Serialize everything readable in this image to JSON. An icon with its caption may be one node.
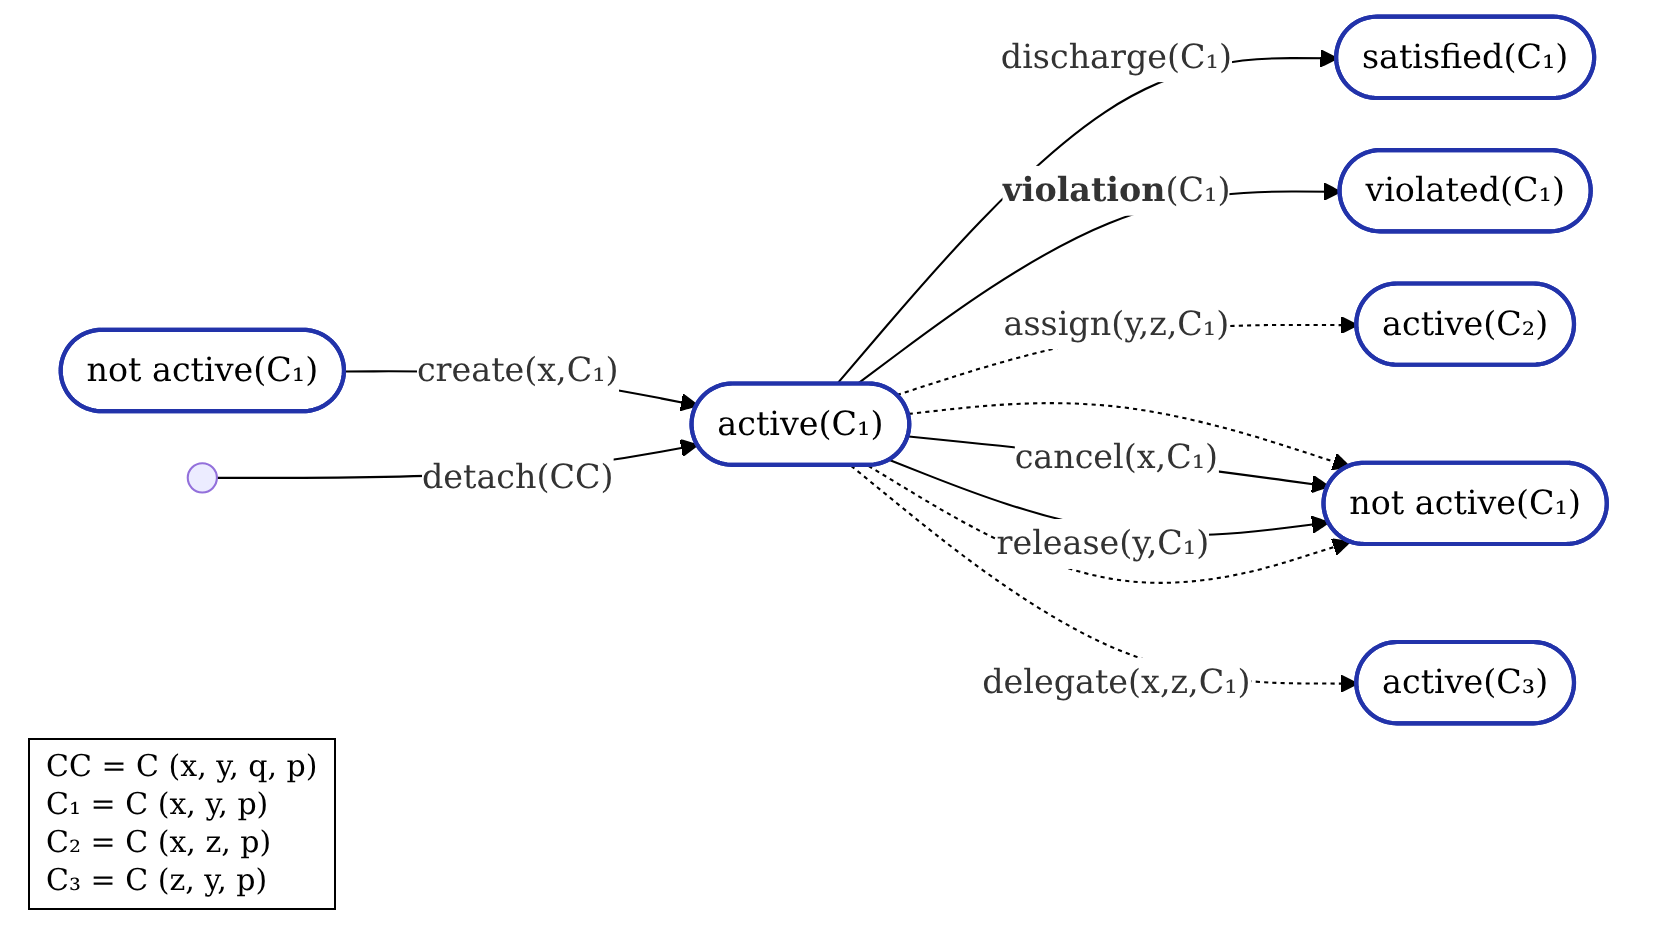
{
  "diagram": {
    "nodes": [
      {
        "text": [
          "satisfied(C₁)"
        ]
      },
      {
        "text": [
          "violated(C₁)"
        ]
      },
      {
        "text": [
          "active(C₂)"
        ]
      },
      {
        "text": [
          "not active(C₁)"
        ]
      },
      {
        "text": [
          "active(C₁)"
        ]
      },
      {
        "text": [
          "not active(C₁)"
        ]
      },
      {
        "text": [
          "active(C₃)"
        ]
      }
    ],
    "edges": [
      {
        "from": 3,
        "to": 4,
        "arrow": "to",
        "label": "create(x,C₁)"
      },
      {
        "from": null,
        "to": 4,
        "arrow": "to",
        "label": "detach(CC)"
      },
      {
        "from": 4,
        "to": 0,
        "arrow": "to",
        "label": "discharge(C₁)"
      },
      {
        "from": 4,
        "to": 1,
        "arrow": "to",
        "label": "**violation**(C₁)"
      },
      {
        "from": 4,
        "to": 2,
        "arrow": "to",
        "label": "assign(y,z,C₁)",
        "style": "dashed"
      },
      {
        "from": 4,
        "to": 5,
        "arrow": "to",
        "style": "dashed"
      },
      {
        "from": 4,
        "to": 5,
        "arrow": "to",
        "label": "cancel(x,C₁)"
      },
      {
        "from": 4,
        "to": 5,
        "arrow": "to",
        "label": "release(y,C₁)"
      },
      {
        "from": 4,
        "to": 5,
        "arrow": "to",
        "style": "dashed"
      },
      {
        "from": 4,
        "to": 6,
        "arrow": "to",
        "label": "delegate(x,z,C₁)",
        "style": "dashed"
      }
    ],
    "labels": [
      "CC = C (x, y, q, p)",
      "C₁ = C (x, y, p)",
      "C₂ = C (x, z, p)",
      "C₃ = C (z, y, p)"
    ]
  }
}
